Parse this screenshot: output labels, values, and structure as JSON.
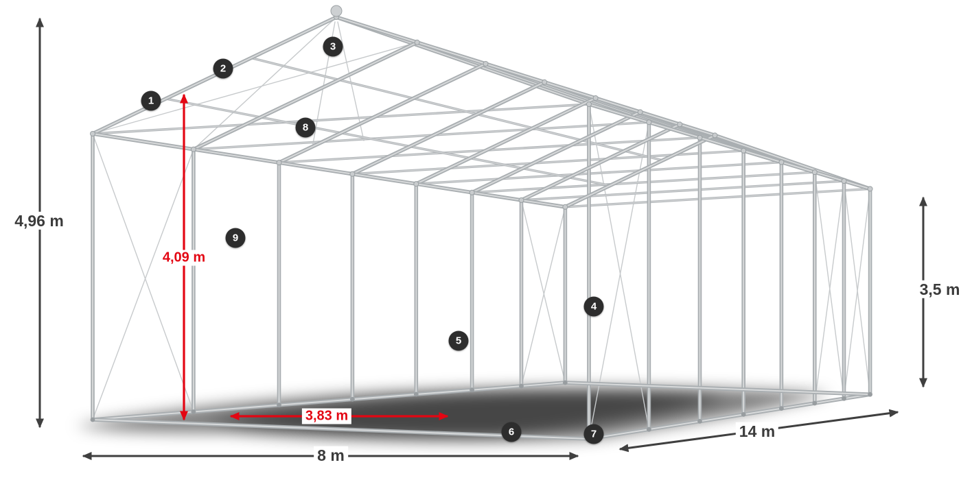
{
  "dimensions": {
    "total_height": "4,96 m",
    "inner_height": "4,09 m",
    "side_height": "3,5 m",
    "inner_width": "3,83 m",
    "width": "8 m",
    "length": "14 m"
  },
  "markers": [
    "1",
    "2",
    "3",
    "4",
    "5",
    "6",
    "7",
    "8",
    "9"
  ],
  "colors": {
    "dimension_dark": "#3f3f3f",
    "dimension_red": "#e30613",
    "marker_background": "#2d2d2d",
    "frame_tube": "#b3b6b9",
    "background": "#ffffff"
  }
}
